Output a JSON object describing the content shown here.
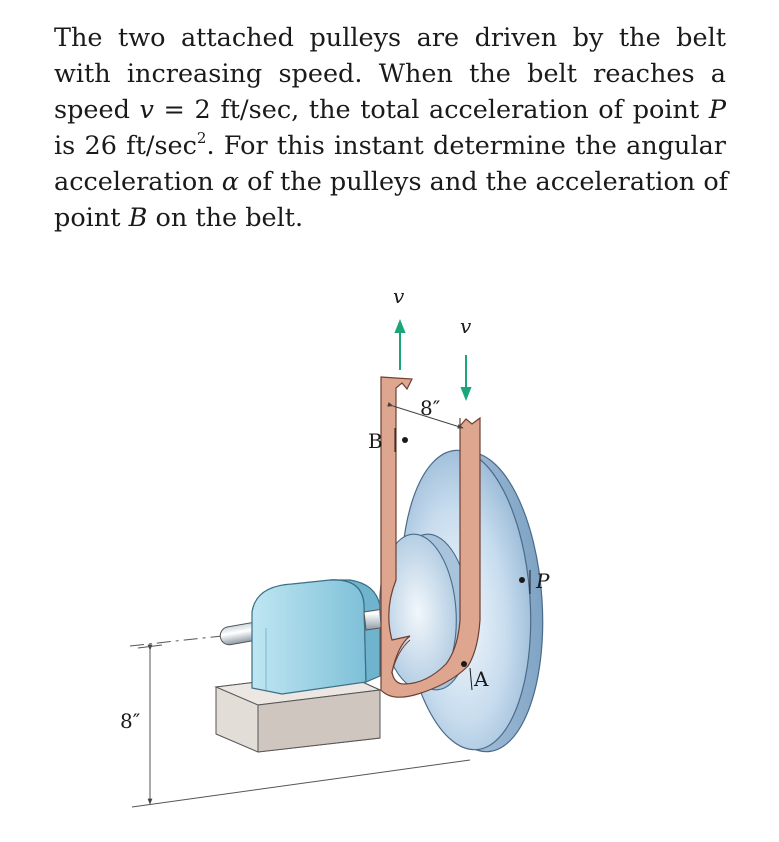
{
  "problem": {
    "line1": "The two attached pulleys are driven by the belt",
    "line2": "with increasing speed. When the belt reaches a",
    "line3_pre": "speed ",
    "line3_v": "v",
    "line3_mid": " = 2 ft/sec, the total acceleration of point ",
    "line3_P": "P",
    "line4_pre": "is 26 ft/sec",
    "line4_sup": "2",
    "line4_post": ". For this instant determine the angular",
    "line5_pre": "acceleration ",
    "line5_alpha": "α",
    "line5_post": " of the pulleys and the acceleration of",
    "line6_pre": "point ",
    "line6_B": "B",
    "line6_post": " on the belt."
  },
  "figure": {
    "label_v_left": "v",
    "label_v_right": "v",
    "label_dim_belt": "8″",
    "label_B": "B",
    "label_P": "P",
    "label_A": "A",
    "label_dim_height": "8″",
    "colors": {
      "belt": "#dea58f",
      "arrow": "#1aa67a",
      "pulley": "#b6cfe6",
      "bearing": "#9ed3e6",
      "base": "#d9d2cc"
    }
  }
}
